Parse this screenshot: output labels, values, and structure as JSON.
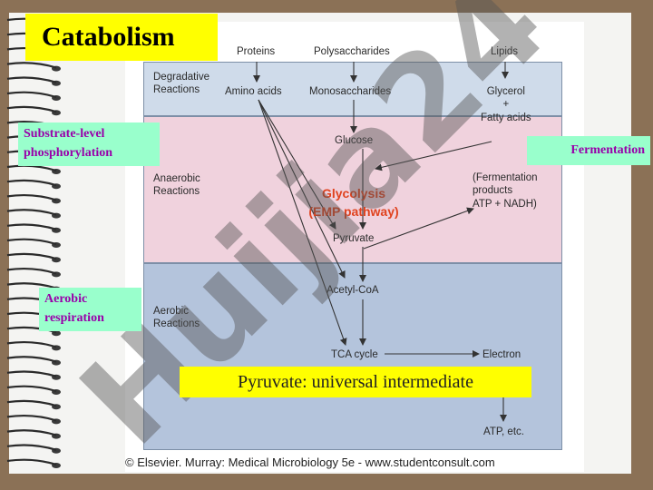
{
  "title": "Catabolism",
  "labels": {
    "substrate": "Substrate-level\nphosphorylation",
    "fermentation": "Fermentation",
    "aerobic": "Aerobic\nrespiration",
    "pyruvate_box": "Pyruvate: universal intermediate"
  },
  "figure": {
    "top": {
      "proteins": "Proteins",
      "polysaccharides": "Polysaccharides",
      "lipids": "Lipids"
    },
    "rows": {
      "degradative": "Degradative\nReactions",
      "anaerobic": "Anaerobic\nReactions",
      "aerobic": "Aerobic\nReactions"
    },
    "nodes": {
      "amino_acids": "Amino acids",
      "monosaccharides": "Monosaccharides",
      "glycerol": "Glycerol\n+\nFatty acids",
      "glucose": "Glucose",
      "fermentation_products": "(Fermentation\nproducts\nATP + NADH)",
      "pyruvate": "Pyruvate",
      "acetyl_coa": "Acetyl-CoA",
      "tca_cycle": "TCA cycle",
      "electron": "Electron",
      "atp": "ATP, etc."
    },
    "glycolysis": {
      "line1": "Glycolysis",
      "line2": "(EMP pathway)"
    },
    "copyright": "© Elsevier. Murray: Medical Microbiology 5e - www.studentconsult.com"
  },
  "watermark": "Huijia24",
  "colors": {
    "title_bg": "#ffff00",
    "side_box_bg": "#99ffcc",
    "side_box_text": "#9900aa",
    "glycolysis_text": "#e0421e",
    "degradative_band": "#cfdbea",
    "anaerobic_band": "#f0d2dd",
    "aerobic_band": "#b4c4dc"
  }
}
